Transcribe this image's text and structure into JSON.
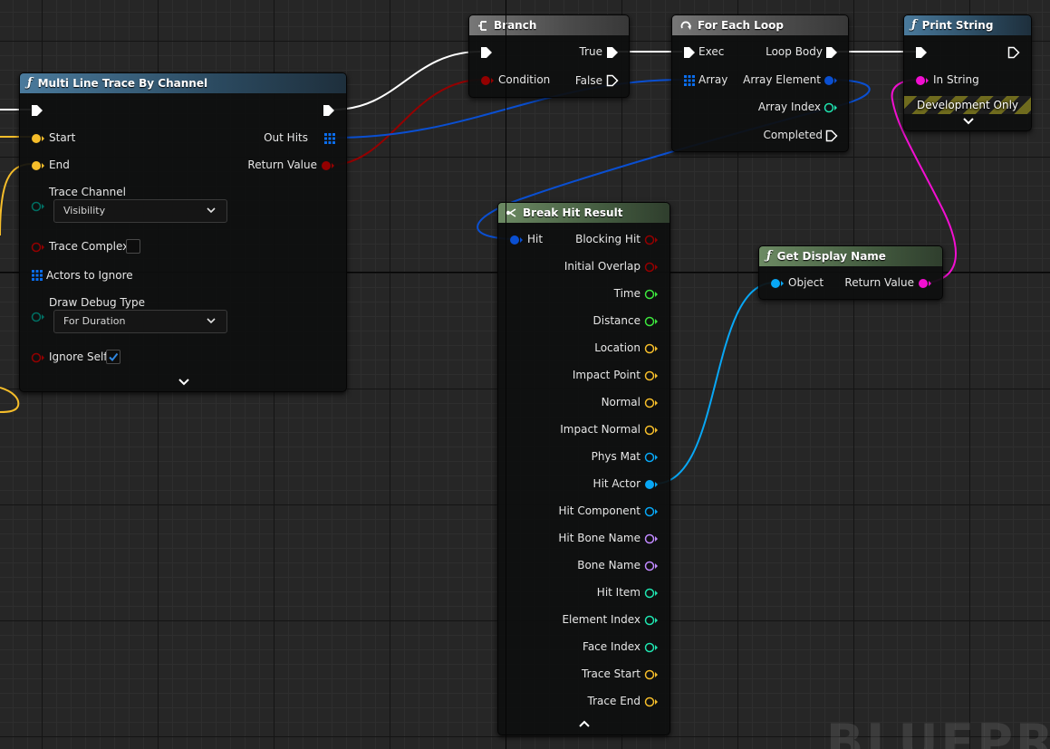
{
  "watermark": "BLUEPRINT",
  "colors": {
    "exec": "#ffffff",
    "bool": "#940000",
    "vector": "#f5bd2a",
    "hit_struct": "#0a4fd1",
    "object": "#08a7f5",
    "float": "#3de53d",
    "byte": "#006f63",
    "string": "#f20fd1",
    "name": "#c089ff",
    "int": "#1fe3af"
  },
  "nodes": {
    "multi_line_trace": {
      "title": "Multi Line Trace By Channel",
      "header_icon": "function-icon",
      "pins": {
        "start": "Start",
        "end": "End",
        "trace_channel": "Trace Channel",
        "trace_complex": "Trace Complex",
        "actors_to_ignore": "Actors to Ignore",
        "draw_debug_type": "Draw Debug Type",
        "ignore_self": "Ignore Self",
        "out_hits": "Out Hits",
        "return_value": "Return Value"
      },
      "trace_channel_value": "Visibility",
      "draw_debug_value": "For Duration",
      "trace_complex_checked": false,
      "ignore_self_checked": true
    },
    "branch": {
      "title": "Branch",
      "header_icon": "branch-icon",
      "pins": {
        "condition": "Condition",
        "true": "True",
        "false": "False"
      }
    },
    "for_each_loop": {
      "title": "For Each Loop",
      "header_icon": "loop-icon",
      "pins": {
        "exec": "Exec",
        "array": "Array",
        "loop_body": "Loop Body",
        "array_element": "Array Element",
        "array_index": "Array Index",
        "completed": "Completed"
      }
    },
    "print_string": {
      "title": "Print String",
      "header_icon": "function-icon",
      "pins": {
        "in_string": "In String"
      },
      "dev_only": "Development Only"
    },
    "break_hit_result": {
      "title": "Break Hit Result",
      "header_icon": "break-struct-icon",
      "input": "Hit",
      "outputs": [
        "Blocking Hit",
        "Initial Overlap",
        "Time",
        "Distance",
        "Location",
        "Impact Point",
        "Normal",
        "Impact Normal",
        "Phys Mat",
        "Hit Actor",
        "Hit Component",
        "Hit Bone Name",
        "Bone Name",
        "Hit Item",
        "Element Index",
        "Face Index",
        "Trace Start",
        "Trace End"
      ]
    },
    "get_display_name": {
      "title": "Get Display Name",
      "header_icon": "function-icon",
      "pins": {
        "object": "Object",
        "return_value": "Return Value"
      }
    }
  }
}
